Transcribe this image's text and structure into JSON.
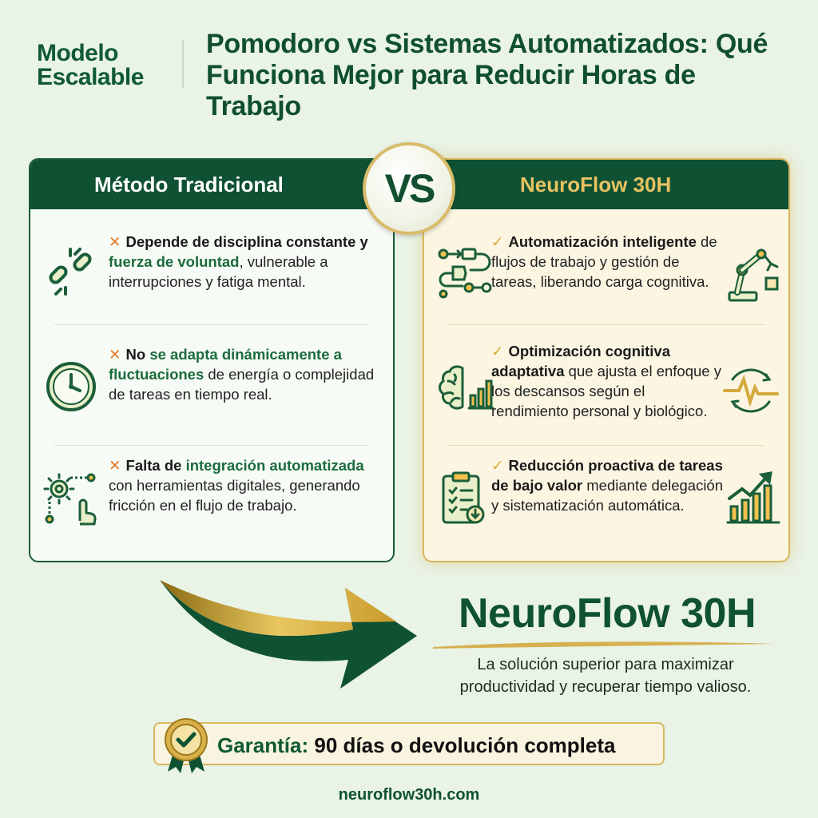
{
  "brand": {
    "line1": "Modelo",
    "line2": "Escalable"
  },
  "title": "Pomodoro vs Sistemas Automatizados: Qué Funciona Mejor para Reducir Horas de Trabajo",
  "vs_label": "VS",
  "left": {
    "heading": "Método Tradicional",
    "items": [
      {
        "mark": "✕",
        "b1": "Depende de disciplina constante y ",
        "g1": "fuerza de voluntad",
        "rest": ", vulnerable a interrupciones y fatiga mental.",
        "icon": "broken-chain-icon"
      },
      {
        "mark": "✕",
        "b1": "No ",
        "g1": "se adapta dinámicamente a fluctuaciones",
        "rest": " de energía o complejidad de tareas en tiempo real.",
        "icon": "clock-icon"
      },
      {
        "mark": "✕",
        "b1": "Falta de ",
        "g1": "integración automatizada",
        "rest": " con herramientas digitales, generando fricción en el flujo de trabajo.",
        "icon": "gear-hand-icon"
      }
    ]
  },
  "right": {
    "heading": "NeuroFlow 30H",
    "items": [
      {
        "mark": "✓",
        "b1": "Automatización inteligente",
        "rest": " de flujos de trabajo y gestión de tareas, liberando carga cognitiva.",
        "icon_left": "workflow-icon",
        "icon_right": "robot-arm-icon"
      },
      {
        "mark": "✓",
        "b1": "Optimización cognitiva adaptativa",
        "rest": " que ajusta el enfoque y los descansos según el rendimiento personal y biológico.",
        "icon_left": "brain-chart-icon",
        "icon_right": "pulse-cycle-icon"
      },
      {
        "mark": "✓",
        "b1": "Reducción proactiva de tareas de bajo valor",
        "rest": " mediante delegación y sistematización automática.",
        "icon_left": "clipboard-icon",
        "icon_right": "growth-chart-icon"
      }
    ]
  },
  "cta": {
    "title": "NeuroFlow 30H",
    "subtitle_line1": "La solución superior para maximizar",
    "subtitle_line2": "productividad y recuperar tiempo valioso."
  },
  "guarantee": {
    "label": "Garantía:",
    "text": " 90 días o devolución completa"
  },
  "footer_url": "neuroflow30h.com",
  "colors": {
    "dark_green": "#0f5133",
    "gold": "#d6b860",
    "orange_x": "#e07a2a",
    "background": "#e9f3e6"
  }
}
